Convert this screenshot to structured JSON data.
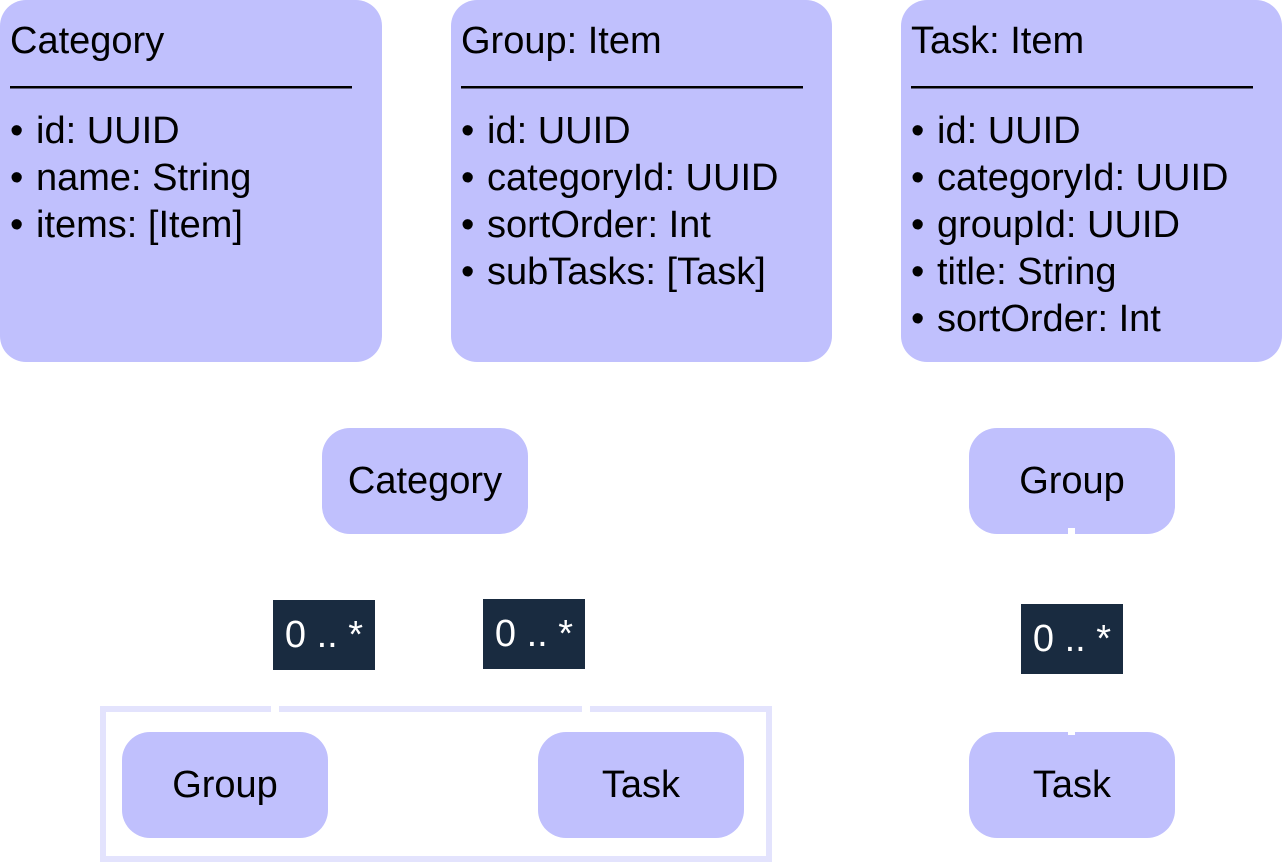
{
  "classes": [
    {
      "title": "Category",
      "divider": "—————————",
      "fields": [
        "id: UUID",
        "name: String",
        "items: [Item]"
      ]
    },
    {
      "title": "Group: Item",
      "divider": "—————————",
      "fields": [
        "id: UUID",
        "categoryId: UUID",
        "sortOrder: Int",
        "subTasks: [Task]"
      ]
    },
    {
      "title": "Task: Item",
      "divider": "—————————",
      "fields": [
        "id: UUID",
        "categoryId: UUID",
        "groupId: UUID",
        "title: String",
        "sortOrder: Int"
      ]
    }
  ],
  "bullet": "•",
  "relations": {
    "left": {
      "parent": "Category",
      "children": [
        "Group",
        "Task"
      ],
      "multiplicities": [
        "0 .. *",
        "0 .. *"
      ]
    },
    "right": {
      "parent": "Group",
      "child": "Task",
      "multiplicity": "0 .. *"
    }
  },
  "colors": {
    "box_fill": "#c0c0fd",
    "label_fill": "#192b40",
    "label_text": "#ffffff",
    "frame_stroke": "#e3e3fd"
  }
}
